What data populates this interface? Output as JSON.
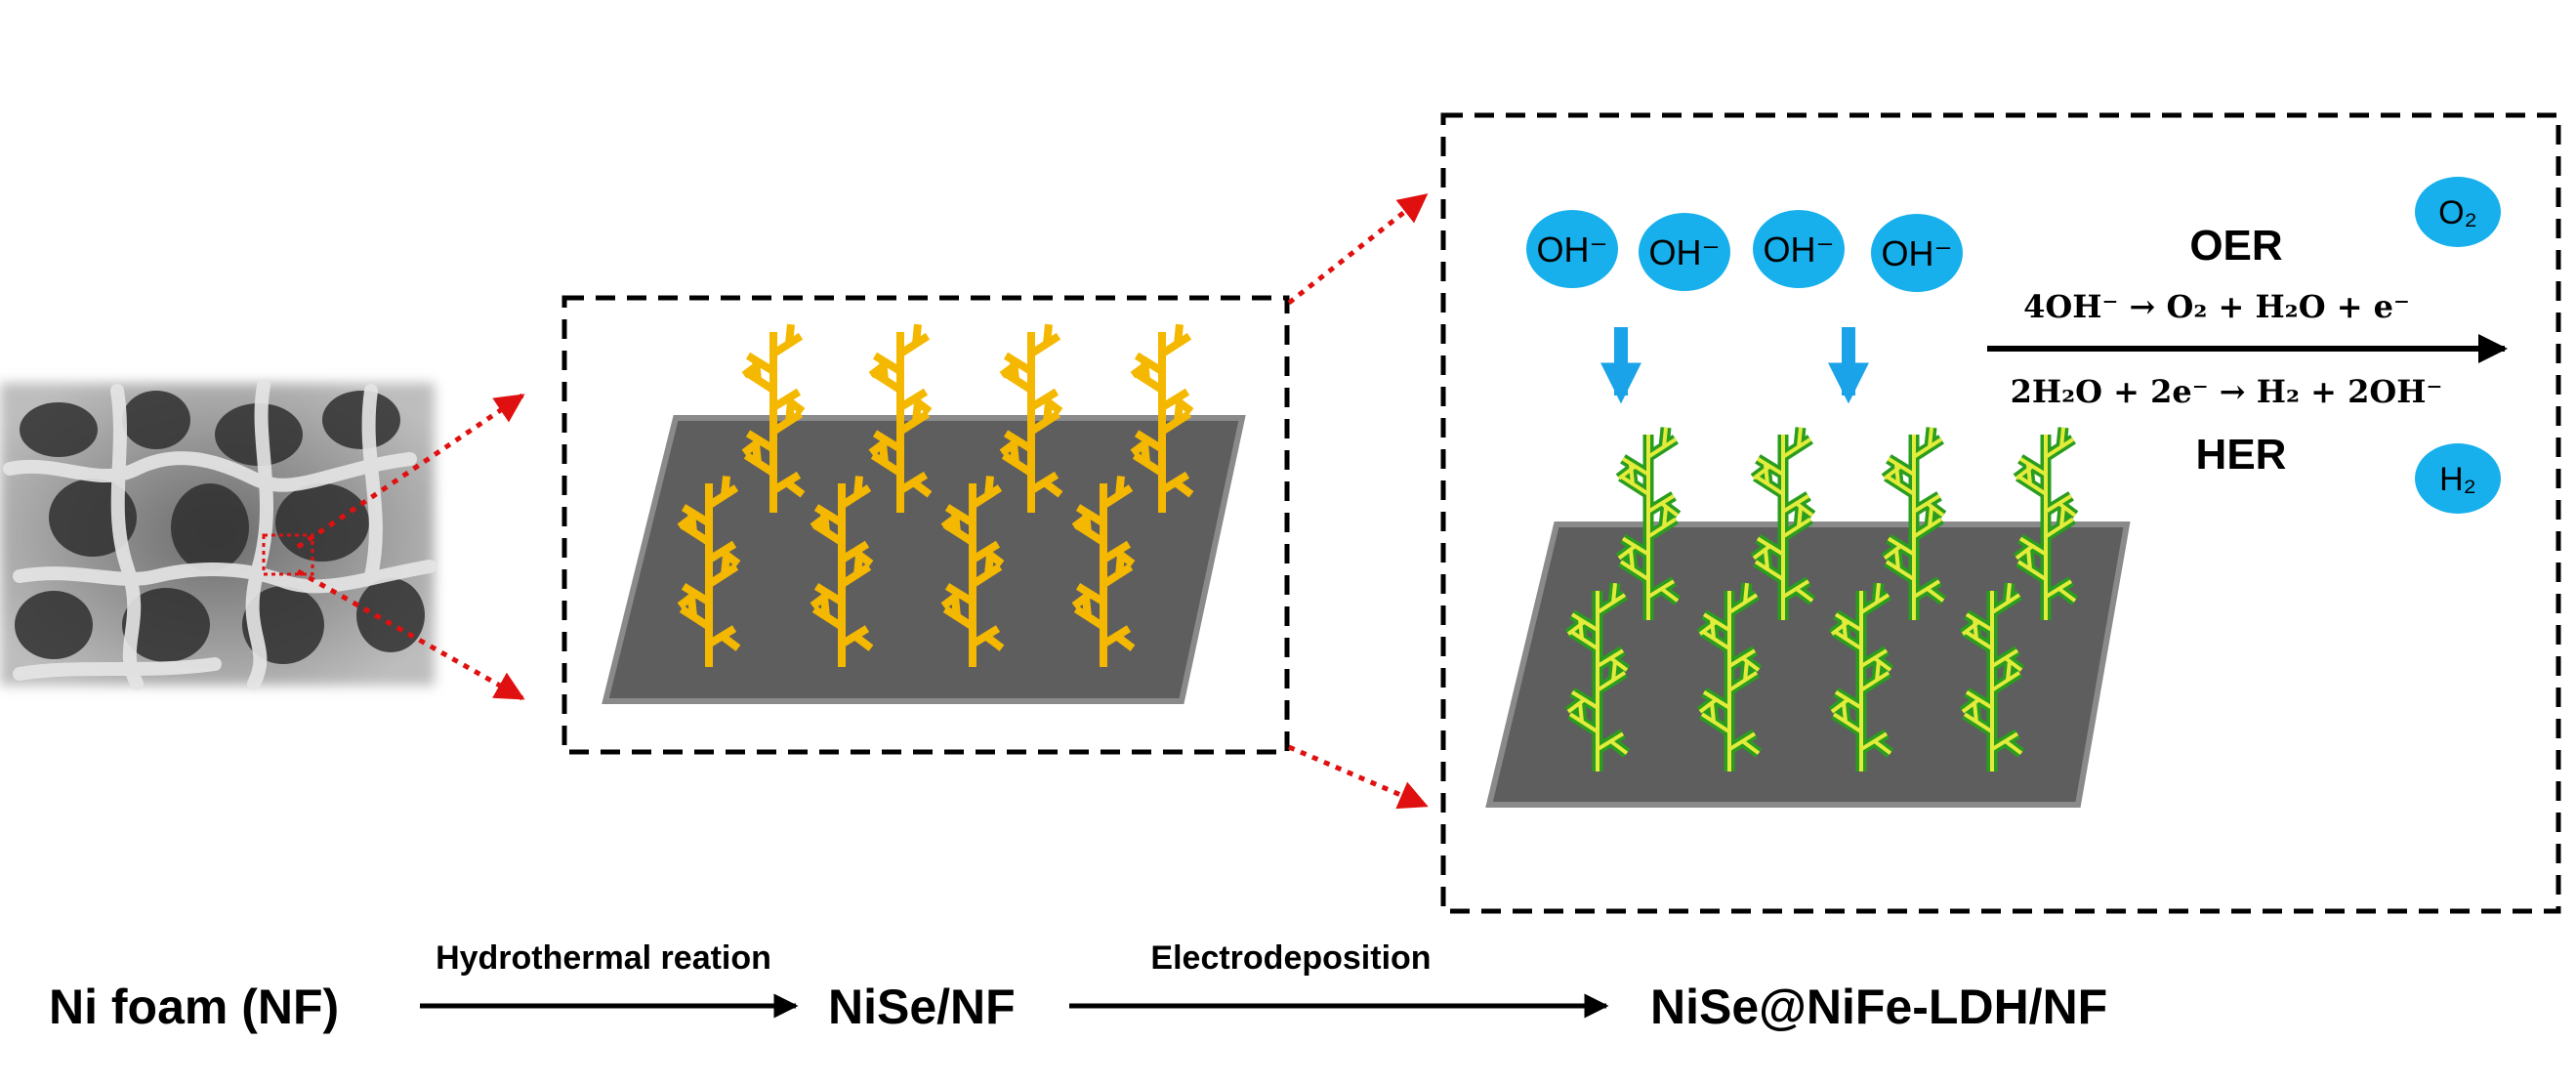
{
  "labels": {
    "ni_foam": "Ni foam (NF)",
    "nise_nf": "NiSe/NF",
    "final": "NiSe@NiFe-LDH/NF",
    "step1": "Hydrothermal reation",
    "step2": "Electrodeposition",
    "oer": "OER",
    "her": "HER"
  },
  "equations": {
    "oer": "4OH⁻ → O₂ + H₂O + e⁻",
    "her": "2H₂O + 2e⁻ → H₂ + 2OH⁻"
  },
  "bubbles": {
    "oh": [
      "OH⁻",
      "OH⁻",
      "OH⁻",
      "OH⁻"
    ],
    "o2": "O₂",
    "h2": "H₂"
  },
  "colors": {
    "nise_branch": "#f5b800",
    "ldh_branch_outer": "#2a9d1f",
    "ldh_branch_inner": "#e3ec3a",
    "substrate": "#5e5e5e",
    "substrate_edge": "#8a8a8a",
    "bubble": "#17b0ec",
    "down_arrow": "#1aa3e8",
    "zoom_arrow": "#e01010"
  }
}
